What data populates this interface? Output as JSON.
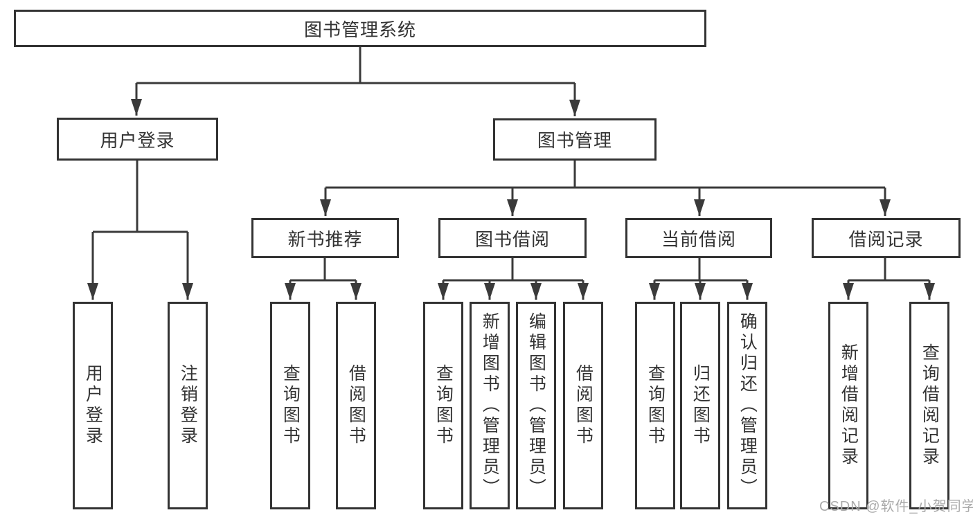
{
  "tree": {
    "root": {
      "label": "图书管理系统",
      "children": [
        {
          "label": "用户登录",
          "children": [
            {
              "label": "用户登录"
            },
            {
              "label": "注销登录"
            }
          ]
        },
        {
          "label": "图书管理",
          "children": [
            {
              "label": "新书推荐",
              "children": [
                {
                  "label": "查询图书"
                },
                {
                  "label": "借阅图书"
                }
              ]
            },
            {
              "label": "图书借阅",
              "children": [
                {
                  "label": "查询图书"
                },
                {
                  "label": "新增图书（管理员）"
                },
                {
                  "label": "编辑图书（管理员）"
                },
                {
                  "label": "借阅图书"
                }
              ]
            },
            {
              "label": "当前借阅",
              "children": [
                {
                  "label": "查询图书"
                },
                {
                  "label": "归还图书"
                },
                {
                  "label": "确认归还（管理员）"
                }
              ]
            },
            {
              "label": "借阅记录",
              "children": [
                {
                  "label": "新增借阅记录"
                },
                {
                  "label": "查询借阅记录"
                }
              ]
            }
          ]
        }
      ]
    }
  },
  "watermark": {
    "text": "CSDN @软件_小贺同学"
  },
  "colors": {
    "background": "#ffffff",
    "box_border": "#333333",
    "text": "#333333",
    "connector": "#3a3a3a",
    "watermark": "#ababab"
  }
}
